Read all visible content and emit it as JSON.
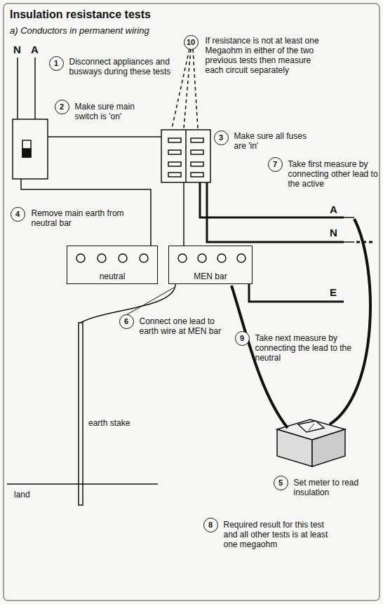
{
  "diagram": {
    "title": "Insulation resistance tests",
    "nodes": [
      {
        "text": [
          "1",
          "Disconnect appliances and busways during these tests"
        ]
      },
      {
        "text": [
          "2",
          "Make sure main switch is 'on'"
        ]
      },
      {
        "text": [
          "10",
          "If resistance is not at least one Megaohm in either of the two previous tests then measure each circuit separately"
        ]
      },
      {
        "text": [
          "3",
          "Make sure all fuses are 'in'"
        ]
      },
      {
        "text": [
          "7",
          "Take first measure by connecting other lead to the active"
        ]
      },
      {
        "text": [
          "4",
          "Remove main earth from neutral bar"
        ]
      },
      {
        "text": [
          "neutral"
        ]
      },
      {
        "text": [
          "MEN bar"
        ]
      },
      {
        "text": [
          "6",
          "Connect one lead to earth wire at MEN bar"
        ]
      },
      {
        "text": [
          "9",
          "Take next measure by connecting the lead to the neutral"
        ]
      },
      {
        "text": [
          "5",
          "Set meter to read insulation"
        ]
      },
      {
        "text": [
          "8",
          "Required result for this test and all other tests is at least one megaohm"
        ]
      }
    ],
    "labels": [
      "a) Conductors in permanent wiring",
      "N",
      "A",
      "A",
      "N",
      "E",
      "earth stake",
      "land"
    ]
  }
}
